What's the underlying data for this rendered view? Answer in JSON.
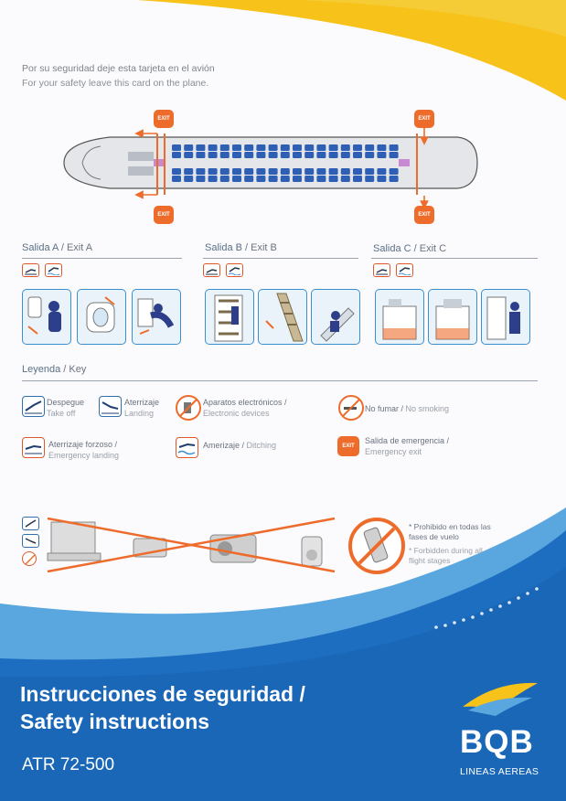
{
  "intro": {
    "es": "Por su seguridad deje esta tarjeta en el avión",
    "en": "For your safety leave this card on the plane."
  },
  "seatmap": {
    "exit_label": "EXIT"
  },
  "exits": {
    "a": {
      "es": "Salida A",
      "en": "Exit A"
    },
    "b": {
      "es": "Salida B",
      "en": "Exit B"
    },
    "c": {
      "es": "Salida C",
      "en": "Exit C"
    }
  },
  "legend": {
    "title_es": "Leyenda",
    "title_en": "Key",
    "items": [
      {
        "icon": "takeoff-icon",
        "es": "Despegue",
        "en": "Take off"
      },
      {
        "icon": "landing-icon",
        "es": "Aterrizaje",
        "en": "Landing"
      },
      {
        "icon": "electronic-devices-icon",
        "es": "Aparatos electrónicos /",
        "en": "Electronic devices"
      },
      {
        "icon": "no-smoking-icon",
        "es": "No fumar",
        "en": "No smoking"
      },
      {
        "icon": "emergency-landing-icon",
        "es": "Aterrizaje forzoso /",
        "en": "Emergency landing"
      },
      {
        "icon": "ditching-icon",
        "es": "Amerizaje",
        "en": "Ditching"
      },
      {
        "icon": "emergency-exit-icon",
        "es": "Salida de emergencia /",
        "en": "Emergency exit"
      }
    ]
  },
  "prohibited": {
    "es": "* Prohibido en todas las fases de vuelo",
    "en": "* Forbidden during all flight stages"
  },
  "footer": {
    "title_line1": "Instrucciones de seguridad /",
    "title_line2": "Safety instructions",
    "model": "ATR 72-500",
    "brand": "BQB",
    "brand_sub": "LINEAS AEREAS"
  },
  "colors": {
    "yellow": "#f7c21a",
    "blue": "#1d6ec0",
    "orange": "#ee6c2b",
    "seat_blue": "#2f5fb5"
  }
}
